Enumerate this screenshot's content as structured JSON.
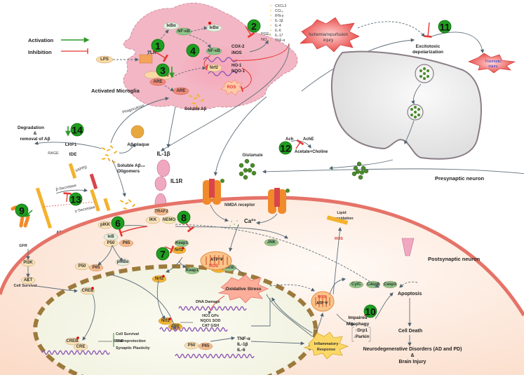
{
  "legend": {
    "activation": "Activation",
    "inhibition": "Inhibition",
    "activation_color": "#2e9b2e",
    "inhibition_color": "#e53935"
  },
  "colors": {
    "microglia_fill": "#f3b6c4",
    "neuron_fill": "#fde5d8",
    "membrane": "#e57368",
    "nucleus_border": "#9c7a3c",
    "number_badge": "#1f9e1f",
    "glutamate": "#4a8a2a",
    "dna": "#8e5bb5"
  },
  "microglia": {
    "title": "Activated Microglia",
    "lps": "LPS",
    "tlr": "TLR",
    "ikba_1": "IκBα",
    "nfkb_1": "NF-κB",
    "ikba_2": "IκBα",
    "nfkb_nuc": "NF-κB",
    "nrf2_a": "Nrf2",
    "are_a": "ARE",
    "nrf2_b": "Nrf2",
    "are_b": "ARE",
    "nrf2_nuc": "Nrf2",
    "cox2": "COX-2",
    "inos": "iNOS",
    "ho1": "HO-1",
    "nqo1": "NQO-1",
    "pge2": "PGE₂",
    "no": "NO",
    "ros": "ROS",
    "cytokines": [
      "CXCL3",
      "CCL₂",
      "IFN-γ",
      "IL-1β",
      "IL-4",
      "IL-6",
      "IL-17",
      "TNF-α"
    ]
  },
  "injuries": {
    "ischemia": [
      "Ischemia/repurfusion",
      "injury"
    ],
    "traumatic": [
      "Traumatic",
      "injury"
    ],
    "excitotoxic": [
      "Excitotoxic",
      "depolarization"
    ]
  },
  "amyloid": {
    "degradation": [
      "Degradation",
      "&",
      "removal of Aβ"
    ],
    "lrp1": "LRP1",
    "rage": "RAGE",
    "ide": "IDE",
    "plaque": "Aβ plaque",
    "soluble_oligomers": [
      "Soluble Aβ₄₂",
      "Oligomers"
    ],
    "soluble_ab": "Soluble Aβ",
    "phagocytosis": "Phagocytosis",
    "sappb": "sAPPβ",
    "beta_secretase": "β-Secretase",
    "gamma_secretase": "γ-Secretase",
    "app": "APP"
  },
  "synapse": {
    "il1b": "IL-1β",
    "il1r": "IL1R",
    "ach": "Ach",
    "ache": "AchE",
    "acetate_choline": "Acetate+Choline",
    "glutamate": "Glutamate",
    "nmda": "NMDA receptor",
    "ca": "Ca²⁺",
    "presynaptic": "Presynaptic neuron",
    "postsynaptic": "Postsynaptic neuron",
    "lipid": [
      "Lipid",
      "Peroxidation"
    ]
  },
  "postsynaptic": {
    "gfr": "GFR",
    "pi3k": "PI3K",
    "akt": "AKT",
    "cell_survival": "Cell Survival",
    "creb_cyto": "CREB",
    "creb_nuc": "CREB",
    "cre": "CRE",
    "bdnf": "BDNF",
    "bdnf_effects": [
      "Cell Survival",
      "Neuroprotection",
      "Synaptic Plasticity"
    ],
    "pikk": "pIKK",
    "traf2": "TRAF2",
    "ikk": "IKK",
    "nemo": "NEMO",
    "ikb": "IκB",
    "p50_a": "P50",
    "p65_a": "P65",
    "pikba": "pIκBα",
    "p50_b": "P50",
    "p65_b": "P65",
    "p50_c": "P50",
    "p65_c": "P65",
    "keap1_a": "Keap1",
    "nrf2_a": "Nrf2",
    "keap1_b": "Keap1",
    "nrf2_b": "Nrf2",
    "nrf2_nuc": "Nrf2",
    "are_nuc": "ARE",
    "dna_damage": "DNA Damage",
    "antioxidants": [
      "HO1 GPx",
      "NQO1 SOD",
      "CAT GSH"
    ],
    "cytokines_nuc": [
      "TNF-α",
      "IL-1β",
      "IL-6"
    ],
    "jnk": "JNK",
    "mito1_atp": "ATP Ψ",
    "mito1_ros": "ROS",
    "bax": "BAX",
    "bcl2": "Bcl2",
    "oxidative_stress": "Oxidative Stress",
    "ros_up": "ROS",
    "mito2_ros": "ROS",
    "mito2_atp": "ATP Ψ",
    "cytc": "CytC",
    "casp9": "Casp9",
    "casp3": "Casp3",
    "apoptosis": "Apoptosis",
    "impaired": [
      "Impaired",
      "Mitophagy"
    ],
    "drp1": "↑Drp1",
    "parkin": "↓Parkin",
    "cell_death": "Cell Death",
    "inflammatory": [
      "Inflammatory",
      "Response"
    ],
    "neurodegenerative": [
      "Neurodegenerative Disorders (AD and PD)",
      "&",
      "Brain Injury"
    ]
  },
  "badges": [
    "1",
    "2",
    "3",
    "4",
    "6",
    "7",
    "8",
    "9",
    "10",
    "11",
    "12",
    "13",
    "14"
  ]
}
